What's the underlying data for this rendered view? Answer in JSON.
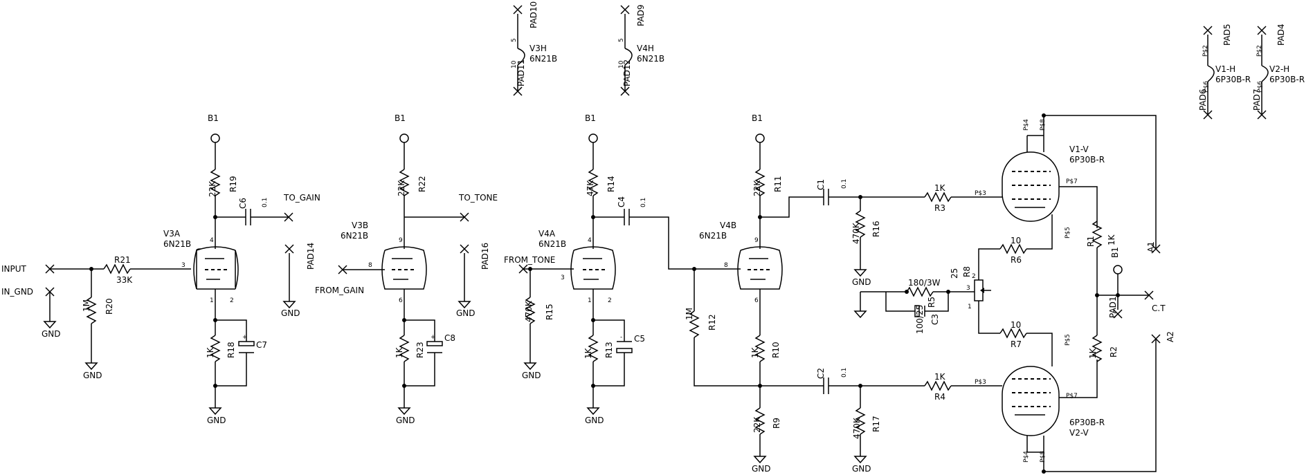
{
  "nets": {
    "b1": "B1",
    "gnd": "GND",
    "input": "INPUT",
    "in_gnd": "IN_GND",
    "to_gain": "TO_GAIN",
    "to_tone": "TO_TONE",
    "from_gain": "FROM_GAIN",
    "from_tone": "FROM_TONE",
    "a1": "A1",
    "a2": "A2",
    "ct": "C.T"
  },
  "tubes": {
    "v3a": {
      "name": "V3A",
      "type": "6N21B",
      "p_anode": "4",
      "p_grid": "3",
      "p_cathode": "1",
      "p_extra": "2"
    },
    "v3b": {
      "name": "V3B",
      "type": "6N21B",
      "p_anode": "9",
      "p_grid": "8",
      "p_cathode": "6"
    },
    "v4a": {
      "name": "V4A",
      "type": "6N21B",
      "p_anode": "4",
      "p_grid": "3",
      "p_cathode": "1",
      "p_extra": "2"
    },
    "v4b": {
      "name": "V4B",
      "type": "6N21B",
      "p_anode": "9",
      "p_grid": "8",
      "p_cathode": "6"
    },
    "v1v": {
      "name": "V1-V",
      "type": "6P30B-R",
      "p_g2": "P$4",
      "p_g3": "P$8",
      "p_grid": "P$3",
      "p_anode": "P$7",
      "p_k": "P$5"
    },
    "v2v": {
      "name": "V2-V",
      "type": "6P30B-R",
      "p_g2": "P$4",
      "p_g3": "P$8",
      "p_grid": "P$3",
      "p_anode": "P$7",
      "p_k": "P$5"
    },
    "v3h": {
      "name": "V3H",
      "type": "6N21B",
      "pin_a": "5",
      "pin_b": "10"
    },
    "v4h": {
      "name": "V4H",
      "type": "6N21B",
      "pin_a": "5",
      "pin_b": "10"
    },
    "v1h": {
      "name": "V1-H",
      "type": "6P30B-R",
      "pin_a": "P$2",
      "pin_b": "P$6"
    },
    "v2h": {
      "name": "V2-H",
      "type": "6P30B-R",
      "pin_a": "P$2",
      "pin_b": "P$6"
    }
  },
  "pads": {
    "pad10": "PAD10",
    "pad11": "PAD11",
    "pad9": "PAD9",
    "pad12": "PAD12",
    "pad5": "PAD5",
    "pad6": "PAD6",
    "pad4": "PAD4",
    "pad7": "PAD7",
    "pad14": "PAD14",
    "pad16": "PAD16",
    "pad1": "PAD1"
  },
  "resistors": {
    "r21": {
      "name": "R21",
      "value": "33K"
    },
    "r20": {
      "name": "R20",
      "value": "1M"
    },
    "r19": {
      "name": "R19",
      "value": "22K"
    },
    "r18": {
      "name": "R18",
      "value": "1K"
    },
    "r22": {
      "name": "R22",
      "value": "22K"
    },
    "r23": {
      "name": "R23",
      "value": "1K"
    },
    "r14": {
      "name": "R14",
      "value": "47K"
    },
    "r15": {
      "name": "R15",
      "value": "470K"
    },
    "r13": {
      "name": "R13",
      "value": "1K"
    },
    "r12": {
      "name": "R12",
      "value": "1M"
    },
    "r11": {
      "name": "R11",
      "value": "22K"
    },
    "r10": {
      "name": "R10",
      "value": "1K"
    },
    "r9": {
      "name": "R9",
      "value": "22K"
    },
    "r16": {
      "name": "R16",
      "value": "470K"
    },
    "r17": {
      "name": "R17",
      "value": "470K"
    },
    "r3": {
      "name": "R3",
      "value": "1K"
    },
    "r4": {
      "name": "R4",
      "value": "1K"
    },
    "r5": {
      "name": "R5",
      "value": "180/3W"
    },
    "r6": {
      "name": "R6",
      "value": "10"
    },
    "r7": {
      "name": "R7",
      "value": "10"
    },
    "r8": {
      "name": "R8",
      "value": "25",
      "p1": "1",
      "p2": "2",
      "p3": "3"
    },
    "r1": {
      "name": "R1",
      "value": "1K"
    },
    "r2": {
      "name": "R2",
      "value": "1K"
    }
  },
  "capacitors": {
    "c6": {
      "name": "C6",
      "value": "0.1"
    },
    "c7": {
      "name": "C7"
    },
    "c8": {
      "name": "C8"
    },
    "c4": {
      "name": "C4",
      "value": "0.1"
    },
    "c5": {
      "name": "C5"
    },
    "c1": {
      "name": "C1",
      "value": "0.1"
    },
    "c2": {
      "name": "C2",
      "value": "0.1"
    },
    "c3": {
      "name": "C3",
      "value": "100/25"
    }
  }
}
